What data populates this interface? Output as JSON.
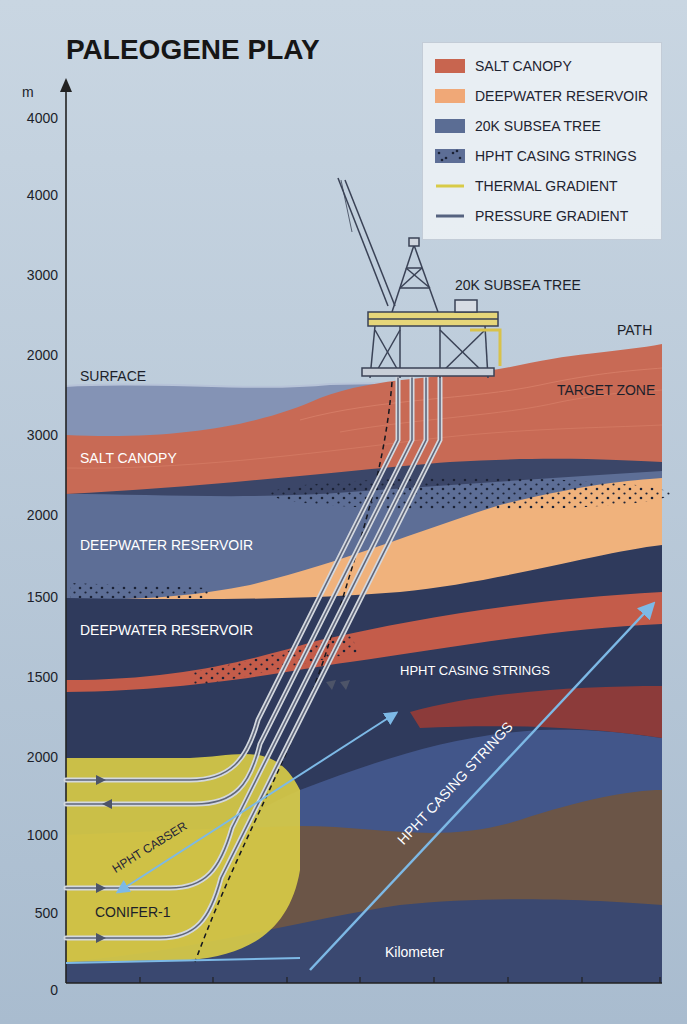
{
  "diagram": {
    "title": "PALEOGENE PLAY",
    "labels": [
      "m",
      "4000",
      "4000",
      "3000",
      "2000",
      "3000",
      "2000",
      "1500",
      "1500",
      "2000",
      "1000",
      "500",
      "0",
      "20K SUBSEA TREE",
      "PATH",
      "SURFACE",
      "TARGET ZONE",
      "SALT CANOPY",
      "DEEPWATER RESERVOIR",
      "DEEPWATER RESERVOIR",
      "HPHT CASING STRINGS",
      "HPHT CABSER",
      "HPHT CASING STRINGS",
      "CONIFER-1",
      "Kilometer"
    ],
    "legend": [
      {
        "text": "SALT CANOPY",
        "color": "#c8654f"
      },
      {
        "text": "DEEPWATER RESERVOIR",
        "color": "#f0a877"
      },
      {
        "text": "20K SUBSEA TREE",
        "color": "#5b6d94"
      },
      {
        "text": "HPHT CASING STRINGS"
      },
      {
        "text": "THERMAL GRADIENT"
      },
      {
        "text": "PRESSURE GRADIENT"
      }
    ]
  }
}
